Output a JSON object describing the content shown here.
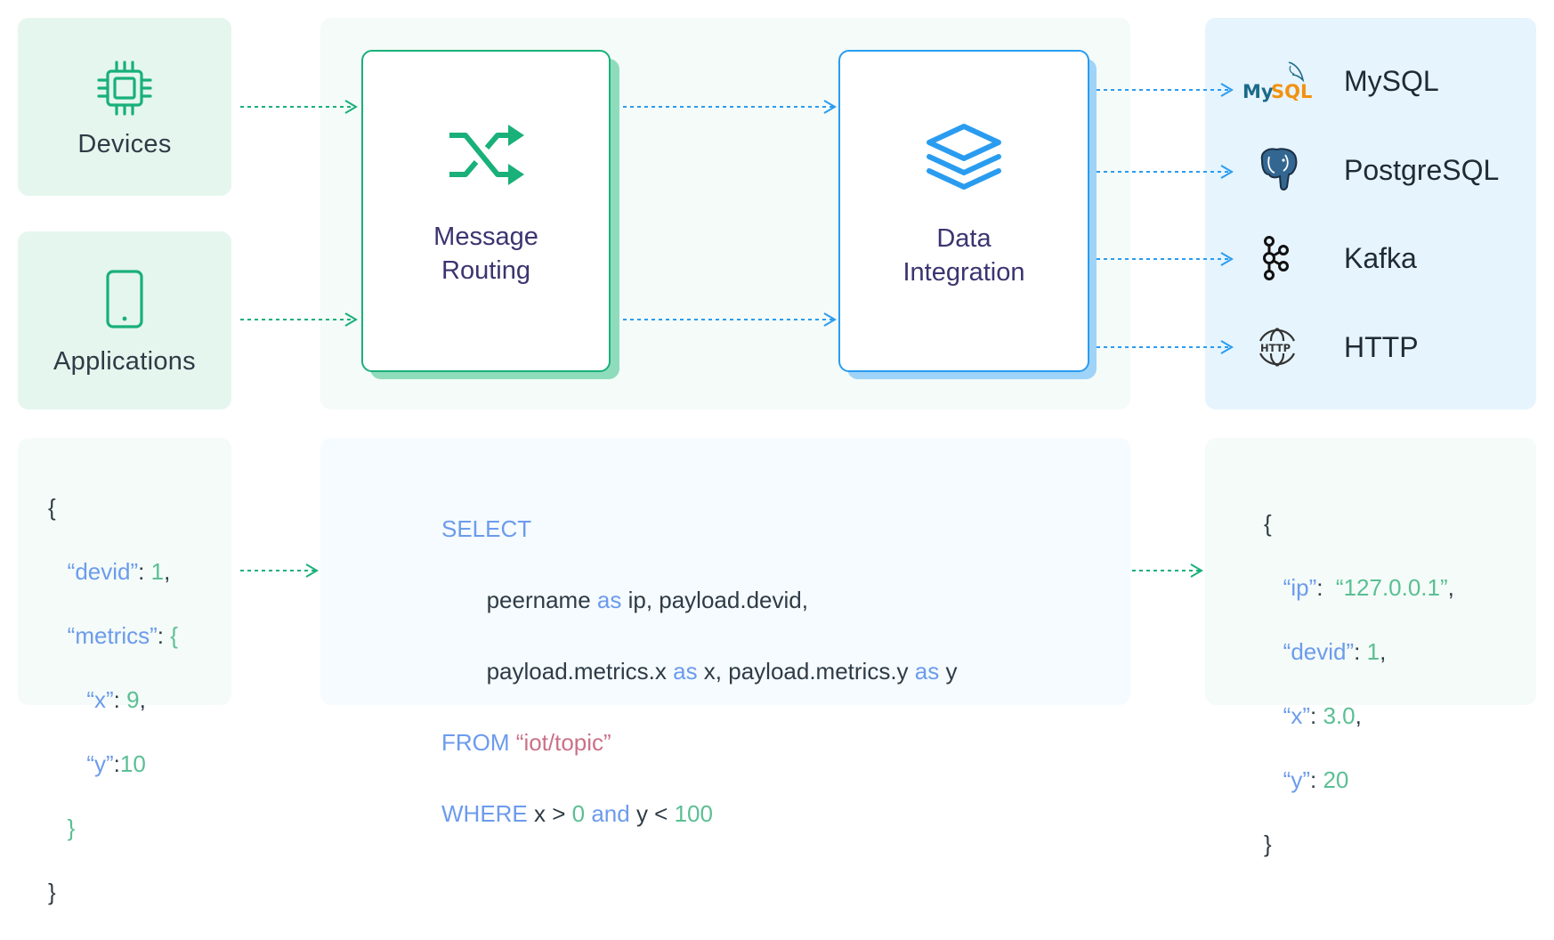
{
  "sources": {
    "devices_label": "Devices",
    "applications_label": "Applications",
    "devices_icon": "chip-icon",
    "applications_icon": "phone-icon"
  },
  "processing": {
    "routing_title_1": "Message",
    "routing_title_2": "Routing",
    "routing_icon": "shuffle-icon",
    "integration_title_1": "Data",
    "integration_title_2": "Integration",
    "integration_icon": "layers-icon"
  },
  "targets": [
    {
      "label": "MySQL",
      "icon": "mysql-icon"
    },
    {
      "label": "PostgreSQL",
      "icon": "postgresql-icon"
    },
    {
      "label": "Kafka",
      "icon": "kafka-icon"
    },
    {
      "label": "HTTP",
      "icon": "http-icon"
    }
  ],
  "input_json": {
    "open": "{",
    "devid_key": "“devid”",
    "devid_val": "1",
    "metrics_key": "“metrics”",
    "x_key": "“x”",
    "x_val": "9",
    "y_key": "“y”",
    "y_val": "10",
    "inner_close": "}",
    "close": "}"
  },
  "sql": {
    "select": "SELECT",
    "line2_a": "peername ",
    "as1": "as",
    "line2_b": " ip, payload.devid,",
    "line3_a": "payload.metrics.x ",
    "as2": "as",
    "line3_b": " x, payload.metrics.y ",
    "as3": "as",
    "line3_c": " y",
    "from": "FROM",
    "topic": "“iot/topic”",
    "where": "WHERE",
    "w_a": " x > ",
    "w_zero": "0",
    "w_and": " and",
    "w_b": " y < ",
    "w_hundred": "100"
  },
  "output_json": {
    "open": "{",
    "ip_key": "“ip”",
    "ip_val": "“127.0.0.1”",
    "devid_key": "“devid”",
    "devid_val": "1",
    "x_key": "“x”",
    "x_val": "3.0",
    "y_key": "“y”",
    "y_val": "20",
    "close": "}"
  },
  "colors": {
    "green_accent": "#19b07a",
    "blue_accent": "#2a9cf0",
    "title_purple": "#3b3470",
    "code_keyword": "#6c9bec",
    "code_number": "#5bbf94",
    "code_string": "#cb7187"
  }
}
